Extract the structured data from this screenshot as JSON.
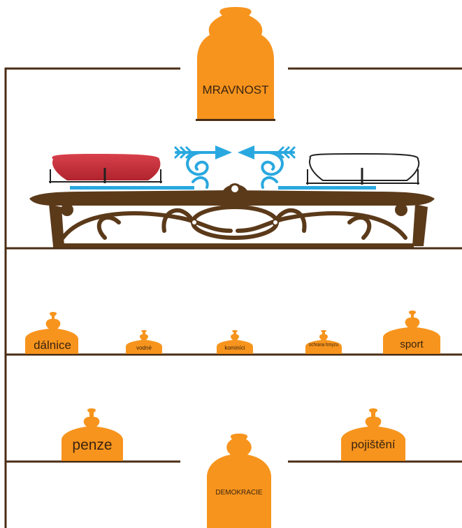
{
  "colors": {
    "weight_orange": "#f7941d",
    "shelf_brown": "#4a2e14",
    "scale_brown": "#5b3a1a",
    "arrow_blue": "#29a8df",
    "pan_red": "#c9303a",
    "pan_white": "#ffffff",
    "label_text": "#3a2410"
  },
  "weights": {
    "top": "MRAVNOST",
    "row1": [
      "dálnice",
      "vodné",
      "kominíci",
      "ochrana hmyzu",
      "sport"
    ],
    "row2": [
      "penze",
      "pojištění"
    ],
    "bottom": "DEMOKRACIE"
  },
  "icons": {
    "scale": "balance-scale-icon",
    "left_arrow": "arrow-right-icon",
    "right_arrow": "arrow-left-icon"
  }
}
